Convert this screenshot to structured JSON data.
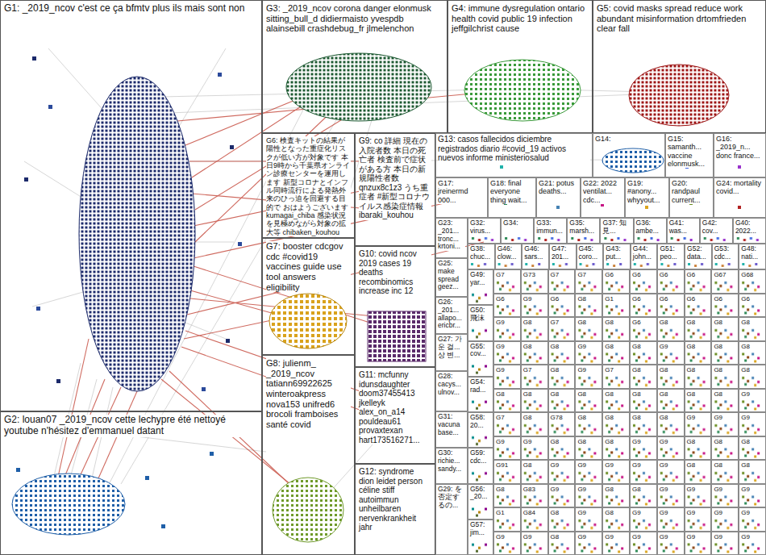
{
  "diagram": {
    "nodes": [
      {
        "text": [
          "G1: _2019_ncov c'est ce ça bfmtv plus ils mais sont non"
        ]
      },
      {
        "text": [
          "G2: louan07 _2019_ncov cette lechypre été nettoyé youtube n'hésitez d'emmanuel datant"
        ]
      },
      {
        "text": [
          "G3: _2019_ncov corona danger elonmusk sitting_bull_d didiermaisto yvespdb alainsebill crashdebug_fr jlmelenchon"
        ]
      },
      {
        "text": [
          "G4: immune dysregulation ontario health covid public 19 infection jeffgilchrist cause"
        ]
      },
      {
        "text": [
          "G5: covid masks spread reduce work abundant misinformation drtomfrieden clear fall"
        ]
      },
      {
        "text": [
          "G6: 検査キットの結果が陽性となった重症化リスクが低い方が対象です 本日9時から千葉県オンライン診療センターを運用します 新型コロナとインフル同時流行による発熱外来のひっ迫を回避する目的で おはようございます kumagai_chiba 感染状況を見極めながら対象の拡大等 chibaken_kouhou"
        ]
      },
      {
        "text": [
          "G7: booster cdcgov cdc #covid19 vaccines guide use tool answers eligibility"
        ]
      },
      {
        "text": [
          "G8: julienm_ _2019_ncov tatiann69922625 winteroakpress nova153 unifred6 brocoli framboises santé covid"
        ]
      },
      {
        "text": [
          "G9: co 詳細 現在の入院者数 本日の死亡者 検査前で症状がある方 本日の新規陽性者数 qnzux8c1z3 うち重症者 #新型コロナウイルス感染症情報 ibaraki_kouhou"
        ]
      },
      {
        "text": [
          "G10: covid ncov 2019 cases 19 deaths recombinomics increase inc 12"
        ]
      },
      {
        "text": [
          "G11: mcfunny idunsdaughter doom37455413 jkelleyk alex_on_a14 pouldeau61 provaxtexan hart173516271..."
        ]
      },
      {
        "text": [
          "G12: syndrome dion leidet person céline stiff autoimmun unheilbaren nervenkrankheit jahr"
        ]
      },
      {
        "text": [
          "G13: casos fallecidos diciembre registrados diario #covid_19 activos nuevos informe ministeriosalud"
        ]
      },
      {
        "text": [
          "G14:"
        ]
      },
      {
        "text": [
          "G15: samanth... vaccine elonmusk..."
        ]
      },
      {
        "text": [
          "G16: _2019_n... donc france..."
        ]
      },
      {
        "text": [
          "G17: jreinermd 000..."
        ]
      },
      {
        "text": [
          "G18: final everyone thing wait..."
        ]
      },
      {
        "text": [
          "G21: potus deaths..."
        ]
      },
      {
        "text": [
          "G22: 2022 ventilat... cdc..."
        ]
      },
      {
        "text": [
          "G19: #anony... whyyout..."
        ]
      },
      {
        "text": [
          "G20: randpaul current..."
        ]
      },
      {
        "text": [
          "G24: mortality covid..."
        ]
      },
      {
        "text": [
          "G23: _201... tronc... krtoni..."
        ]
      },
      {
        "text": [
          "G25: make spread geez..."
        ]
      },
      {
        "text": [
          "G26: _201... allapo... ericbr..."
        ]
      },
      {
        "text": [
          "G27: 가운 걸... 상 변..."
        ]
      },
      {
        "text": [
          "G28: cacys... ulnov..."
        ]
      },
      {
        "text": [
          "G31: vacuna base..."
        ]
      },
      {
        "text": [
          "G30: richie... sandy..."
        ]
      },
      {
        "text": [
          "G29: を 否定す るの..."
        ]
      },
      {
        "text": [
          "G32: virus..."
        ]
      },
      {
        "text": [
          "G34:"
        ]
      },
      {
        "text": [
          "G33: immun..."
        ]
      },
      {
        "text": [
          "G35: marsh..."
        ]
      },
      {
        "text": [
          "G37: 知見..."
        ]
      },
      {
        "text": [
          "G36: ambe..."
        ]
      },
      {
        "text": [
          "G41: was..."
        ]
      },
      {
        "text": [
          "G42: cov..."
        ]
      },
      {
        "text": [
          "G40: 2022..."
        ]
      },
      {
        "text": [
          "G38: chuc..."
        ]
      },
      {
        "text": [
          "G46: clow..."
        ]
      },
      {
        "text": [
          "G46: sars..."
        ]
      },
      {
        "text": [
          "G47: 201..."
        ]
      },
      {
        "text": [
          "G45: coro..."
        ]
      },
      {
        "text": [
          "G43: put..."
        ]
      },
      {
        "text": [
          "G44: john..."
        ]
      },
      {
        "text": [
          "G51: peo..."
        ]
      },
      {
        "text": [
          "G52: data..."
        ]
      },
      {
        "text": [
          "G53: cdc..."
        ]
      },
      {
        "text": [
          "G48: nati..."
        ]
      },
      {
        "text": [
          "G49: yar..."
        ]
      },
      {
        "text": [
          "G50: 飛沫"
        ]
      },
      {
        "text": [
          "G55: cov..."
        ]
      },
      {
        "text": [
          "G54: rad..."
        ]
      },
      {
        "text": [
          "G58: 20..."
        ]
      },
      {
        "text": [
          "G59: cdc..."
        ]
      },
      {
        "text": [
          "G56: _20..."
        ]
      },
      {
        "text": [
          "G57: jim..."
        ]
      },
      {
        "text": [
          "G7"
        ]
      },
      {
        "text": [
          "G73"
        ]
      },
      {
        "text": [
          "G7"
        ]
      },
      {
        "text": [
          "G7"
        ]
      },
      {
        "text": [
          "G6"
        ]
      },
      {
        "text": [
          "G6"
        ]
      },
      {
        "text": [
          "G6"
        ]
      },
      {
        "text": [
          "G6"
        ]
      },
      {
        "text": [
          "G67"
        ]
      },
      {
        "text": [
          "G68"
        ]
      },
      {
        "text": [
          "G6"
        ]
      },
      {
        "text": [
          "G9"
        ]
      },
      {
        "text": [
          "G6"
        ]
      },
      {
        "text": [
          "G8"
        ]
      },
      {
        "text": [
          "G1"
        ]
      },
      {
        "text": [
          "G6"
        ]
      },
      {
        "text": [
          "G6"
        ]
      },
      {
        "text": [
          "G6"
        ]
      },
      {
        "text": [
          "G6"
        ]
      },
      {
        "text": [
          "G6"
        ]
      },
      {
        "text": [
          "G9"
        ]
      },
      {
        "text": [
          "G8"
        ]
      },
      {
        "text": [
          "G7"
        ]
      },
      {
        "text": [
          "G8"
        ]
      },
      {
        "text": [
          "G8"
        ]
      },
      {
        "text": [
          "G6"
        ]
      },
      {
        "text": [
          "G8"
        ]
      },
      {
        "text": [
          "G8"
        ]
      },
      {
        "text": [
          "G8"
        ]
      },
      {
        "text": [
          "G8"
        ]
      },
      {
        "text": [
          "G9"
        ]
      },
      {
        "text": [
          "G8"
        ]
      },
      {
        "text": [
          "G8"
        ]
      },
      {
        "text": [
          "G9"
        ]
      },
      {
        "text": [
          "G8"
        ]
      },
      {
        "text": [
          "G8"
        ]
      },
      {
        "text": [
          "G9"
        ]
      },
      {
        "text": [
          "G8"
        ]
      },
      {
        "text": [
          "G8"
        ]
      },
      {
        "text": [
          "G8"
        ]
      },
      {
        "text": [
          "G9"
        ]
      },
      {
        "text": [
          "G7"
        ]
      },
      {
        "text": [
          "G8"
        ]
      },
      {
        "text": [
          "G9"
        ]
      },
      {
        "text": [
          "G7"
        ]
      },
      {
        "text": [
          "G8"
        ]
      },
      {
        "text": [
          "G8"
        ]
      },
      {
        "text": [
          "G8"
        ]
      },
      {
        "text": [
          "G8"
        ]
      },
      {
        "text": [
          "G8"
        ]
      },
      {
        "text": [
          "G8"
        ]
      },
      {
        "text": [
          "G8"
        ]
      },
      {
        "text": [
          "G8"
        ]
      },
      {
        "text": [
          "G8"
        ]
      },
      {
        "text": [
          "G8"
        ]
      },
      {
        "text": [
          "G8"
        ]
      },
      {
        "text": [
          "G8"
        ]
      },
      {
        "text": [
          "G8"
        ]
      },
      {
        "text": [
          "G8"
        ]
      },
      {
        "text": [
          "G9"
        ]
      },
      {
        "text": [
          "G7"
        ]
      },
      {
        "text": [
          "G8"
        ]
      },
      {
        "text": [
          "G78"
        ]
      },
      {
        "text": [
          "G8"
        ]
      },
      {
        "text": [
          "G8"
        ]
      },
      {
        "text": [
          "G8"
        ]
      },
      {
        "text": [
          "G8"
        ]
      },
      {
        "text": [
          "G9"
        ]
      },
      {
        "text": [
          "G9"
        ]
      },
      {
        "text": [
          "G9"
        ]
      },
      {
        "text": [
          "G9"
        ]
      },
      {
        "text": [
          "G9"
        ]
      },
      {
        "text": [
          "G8"
        ]
      },
      {
        "text": [
          "G8"
        ]
      },
      {
        "text": [
          "G8"
        ]
      },
      {
        "text": [
          "G9"
        ]
      },
      {
        "text": [
          "G9"
        ]
      },
      {
        "text": [
          "G8"
        ]
      },
      {
        "text": [
          "G8"
        ]
      },
      {
        "text": [
          "G8"
        ]
      },
      {
        "text": [
          "G91"
        ]
      },
      {
        "text": [
          "G8"
        ]
      },
      {
        "text": [
          "G9"
        ]
      },
      {
        "text": [
          "G9"
        ]
      },
      {
        "text": [
          "G9"
        ]
      },
      {
        "text": [
          "G9"
        ]
      },
      {
        "text": [
          "G9"
        ]
      },
      {
        "text": [
          "G8"
        ]
      },
      {
        "text": [
          "G8"
        ]
      },
      {
        "text": [
          "G8"
        ]
      },
      {
        "text": [
          "G8"
        ]
      },
      {
        "text": [
          "G83"
        ]
      },
      {
        "text": [
          "G9"
        ]
      },
      {
        "text": [
          "G9"
        ]
      },
      {
        "text": [
          "G8"
        ]
      },
      {
        "text": [
          "G8"
        ]
      },
      {
        "text": [
          "G9"
        ]
      },
      {
        "text": [
          "G9"
        ]
      },
      {
        "text": [
          "G9"
        ]
      },
      {
        "text": [
          "G9"
        ]
      },
      {
        "text": [
          "G1"
        ]
      },
      {
        "text": [
          "G84"
        ]
      },
      {
        "text": [
          "G8"
        ]
      },
      {
        "text": [
          "G9"
        ]
      },
      {
        "text": [
          "G8"
        ]
      },
      {
        "text": [
          "G9"
        ]
      },
      {
        "text": [
          "G9"
        ]
      },
      {
        "text": [
          "G9"
        ]
      },
      {
        "text": [
          "G9"
        ]
      },
      {
        "text": [
          "G9"
        ]
      },
      {
        "text": [
          "G9"
        ]
      },
      {
        "text": [
          "G9"
        ]
      },
      {
        "text": [
          "G8"
        ]
      },
      {
        "text": [
          "G9"
        ]
      },
      {
        "text": [
          "G9"
        ]
      },
      {
        "text": [
          "G9"
        ]
      },
      {
        "text": [
          "G9"
        ]
      },
      {
        "text": [
          "G9"
        ]
      },
      {
        "text": [
          "G9"
        ]
      },
      {
        "text": [
          "G9"
        ]
      }
    ]
  }
}
